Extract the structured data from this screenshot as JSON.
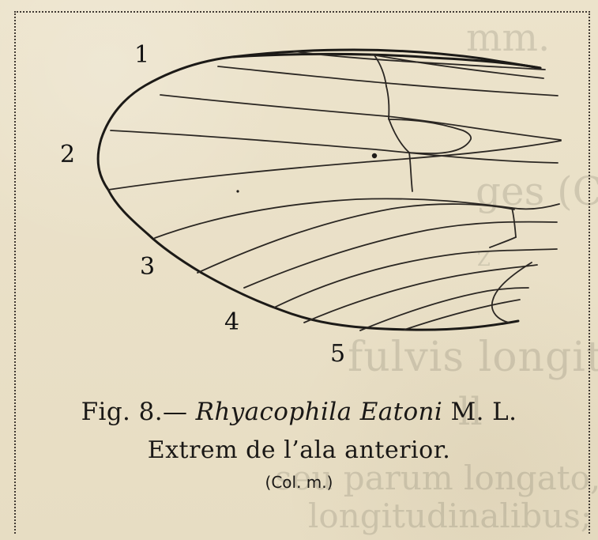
{
  "figure": {
    "wing_labels": {
      "1": "1",
      "2": "2",
      "3": "3",
      "4": "4",
      "5": "5"
    },
    "caption": {
      "line1_prefix": "Fig. 8.—",
      "species": "Rhyacophila Eatoni",
      "authority": "M. L.",
      "line2": "Extrem de l’ala anterior.",
      "line3": "(Col. m.)"
    }
  },
  "background_text": [
    "mm.",
    "ges (Coll m.)",
    "Z",
    "fulvis longitudin, alis fusce",
    "seu parum longato, poste",
    "longitudinalibus; nebulis fusce",
    "ll"
  ],
  "colors": {
    "paper": "#e9dfc6",
    "ink": "#1c1a17",
    "bleed": "#46423a"
  }
}
